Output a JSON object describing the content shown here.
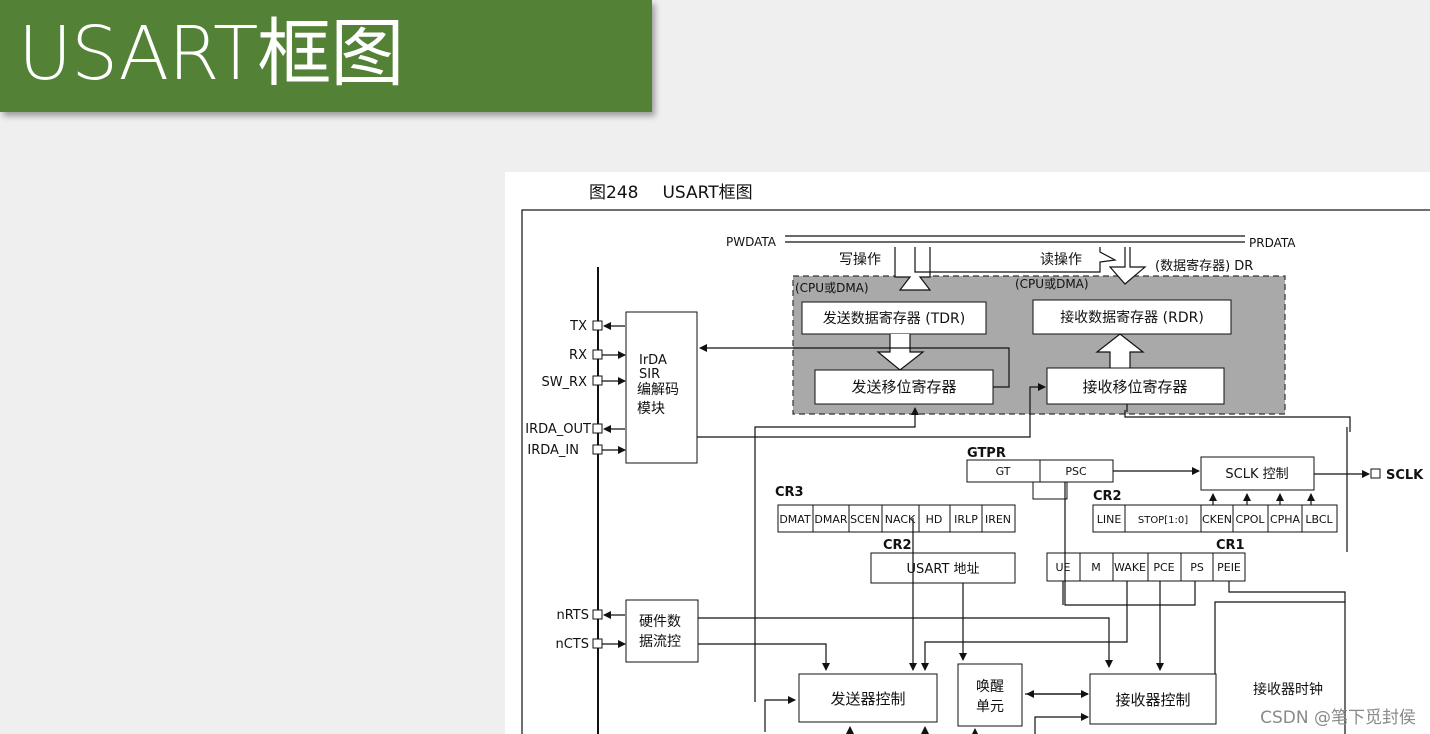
{
  "slide": {
    "title": "USART框图",
    "accent_color": "#538135"
  },
  "figure": {
    "number": "图248",
    "caption": "USART框图",
    "labels": {
      "pwdata": "PWDATA",
      "prdata": "PRDATA",
      "write_op": "写操作",
      "read_op": "读操作",
      "data_reg": "(数据寄存器) DR",
      "cpu_dma_left": "(CPU或DMA)",
      "cpu_dma_right": "(CPU或DMA)",
      "tdr": "发送数据寄存器 (TDR)",
      "rdr": "接收数据寄存器 (RDR)",
      "tx_shift": "发送移位寄存器",
      "rx_shift": "接收移位寄存器",
      "irda_1": "IrDA",
      "irda_2": "SIR",
      "irda_3": "编解码",
      "irda_4": "模块",
      "hw_flow_1": "硬件数",
      "hw_flow_2": "据流控",
      "gtpr": "GTPR",
      "gt": "GT",
      "psc": "PSC",
      "sclk_ctrl": "SCLK 控制",
      "sclk": "SCLK",
      "cr3": "CR3",
      "cr2_top": "CR2",
      "cr2_addr": "CR2",
      "cr1": "CR1",
      "usart_addr": "USART 地址",
      "wake_unit_1": "唤醒",
      "wake_unit_2": "单元",
      "tx_ctrl": "发送器控制",
      "rx_ctrl": "接收器控制",
      "rx_clock": "接收器时钟"
    },
    "pins": [
      "TX",
      "RX",
      "SW_RX",
      "IRDA_OUT",
      "IRDA_IN",
      "nRTS",
      "nCTS"
    ],
    "cr3_bits": [
      "DMAT",
      "DMAR",
      "SCEN",
      "NACK",
      "HD",
      "IRLP",
      "IREN"
    ],
    "cr2_bits": [
      "LINE",
      "STOP[1:0]",
      "CKEN",
      "CPOL",
      "CPHA",
      "LBCL"
    ],
    "cr1_bits": [
      "UE",
      "M",
      "WAKE",
      "PCE",
      "PS",
      "PEIE"
    ]
  },
  "watermark": "CSDN @笔下觅封侯"
}
